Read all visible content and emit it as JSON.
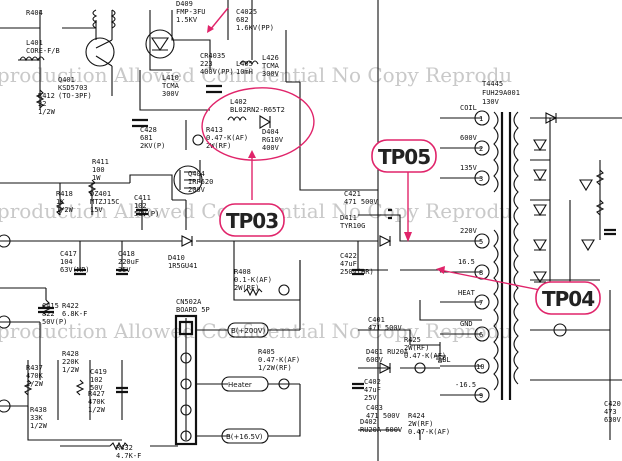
{
  "watermark": {
    "row1": "Reproduction Allowed    Confidential    No Copy    Reprodu",
    "row2": "Reproduction Allowed    Confidential    No Copy    Reprodu",
    "row3": "Reproduction Allowed    Confidential    No Copy    Reprodu"
  },
  "test_points": [
    "TP03",
    "TP05",
    "TP04"
  ],
  "connector": {
    "ref": "CN502A",
    "desc": "BOARD 5P",
    "nets": [
      "B(+200V)",
      "Heater",
      "B(+16.5V)"
    ]
  },
  "transformer": {
    "ref": "T4445",
    "part": "FUH29A001",
    "voltage": "130V",
    "pins": [
      "1",
      "2",
      "3",
      "5",
      "8",
      "7",
      "6",
      "10",
      "9"
    ],
    "pin_names": [
      "COIL",
      "600V",
      "135V",
      "220V",
      "16.5",
      "HEAT",
      "GND",
      "-16.5"
    ],
    "abl": "ABL"
  },
  "components": [
    {
      "lines": [
        "R404"
      ]
    },
    {
      "lines": [
        "L401",
        "CORE-F/B"
      ]
    },
    {
      "lines": [
        "R412",
        "22",
        "1/2W"
      ]
    },
    {
      "lines": [
        "Q401",
        "KSD5703",
        "(TO-3PF)"
      ]
    },
    {
      "lines": [
        "D409",
        "FMP-3FU",
        "1.5KV"
      ]
    },
    {
      "lines": [
        "L410",
        "TCMA",
        "300V"
      ]
    },
    {
      "lines": [
        "C4025",
        "682",
        "1.6KV(PP)"
      ]
    },
    {
      "lines": [
        "CR4035",
        "223",
        "400V(PP)"
      ]
    },
    {
      "lines": [
        "L405",
        "10mH"
      ]
    },
    {
      "lines": [
        "L426",
        "TCMA",
        "300V"
      ]
    },
    {
      "lines": [
        "L402",
        "BL02RN2-R65T2"
      ]
    },
    {
      "lines": [
        "D404",
        "RG10V",
        "400V"
      ]
    },
    {
      "lines": [
        "R413",
        "0.47-K(AF)",
        "2W(RF)"
      ]
    },
    {
      "lines": [
        "C428",
        "681",
        "2KV(P)"
      ]
    },
    {
      "lines": [
        "R411",
        "100",
        "1W"
      ]
    },
    {
      "lines": [
        "R418",
        "1K",
        "1/2W"
      ]
    },
    {
      "lines": [
        "DZ401",
        "MTZJ15C",
        "15V"
      ]
    },
    {
      "lines": [
        "C411",
        "102",
        "50V(P)"
      ]
    },
    {
      "lines": [
        "Q404",
        "IRF620",
        "200V"
      ]
    },
    {
      "lines": [
        "C417",
        "104",
        "63V(MP)"
      ]
    },
    {
      "lines": [
        "C418",
        "220uF",
        "35V"
      ]
    },
    {
      "lines": [
        "D410",
        "1R5GU41"
      ]
    },
    {
      "lines": [
        "R408",
        "0.1-K(AF)",
        "2W(RF)"
      ]
    },
    {
      "lines": [
        "C415",
        "822",
        "50V(P)"
      ]
    },
    {
      "lines": [
        "R422",
        "6.8K-F"
      ]
    },
    {
      "lines": [
        "R437",
        "470K",
        "1/2W"
      ]
    },
    {
      "lines": [
        "R438",
        "33K",
        "1/2W"
      ]
    },
    {
      "lines": [
        "R428",
        "220K",
        "1/2W"
      ]
    },
    {
      "lines": [
        "C419",
        "102",
        "50V"
      ]
    },
    {
      "lines": [
        "R427",
        "470K",
        "1/2W"
      ]
    },
    {
      "lines": [
        "R432",
        "4.7K-F"
      ]
    },
    {
      "lines": [
        "R405",
        "0.47-K(AF)",
        "1/2W(RF)"
      ]
    },
    {
      "lines": [
        "C421",
        "471 500V"
      ]
    },
    {
      "lines": [
        "D411",
        "TYR10G"
      ]
    },
    {
      "lines": [
        "C422",
        "47uF",
        "250V(HR)"
      ]
    },
    {
      "lines": [
        "C401",
        "471 500V"
      ]
    },
    {
      "lines": [
        "D401 RU20A",
        "600V"
      ]
    },
    {
      "lines": [
        "R425",
        "2W(RF)",
        "0.47-K(AF)"
      ]
    },
    {
      "lines": [
        "C402",
        "47uF",
        "25V"
      ]
    },
    {
      "lines": [
        "C403",
        "471 500V"
      ]
    },
    {
      "lines": [
        "D402",
        "RU20A 600V"
      ]
    },
    {
      "lines": [
        "R424",
        "2W(RF)",
        "0.47-K(AF)"
      ]
    },
    {
      "lines": [
        "C420",
        "473",
        "630V"
      ]
    }
  ]
}
